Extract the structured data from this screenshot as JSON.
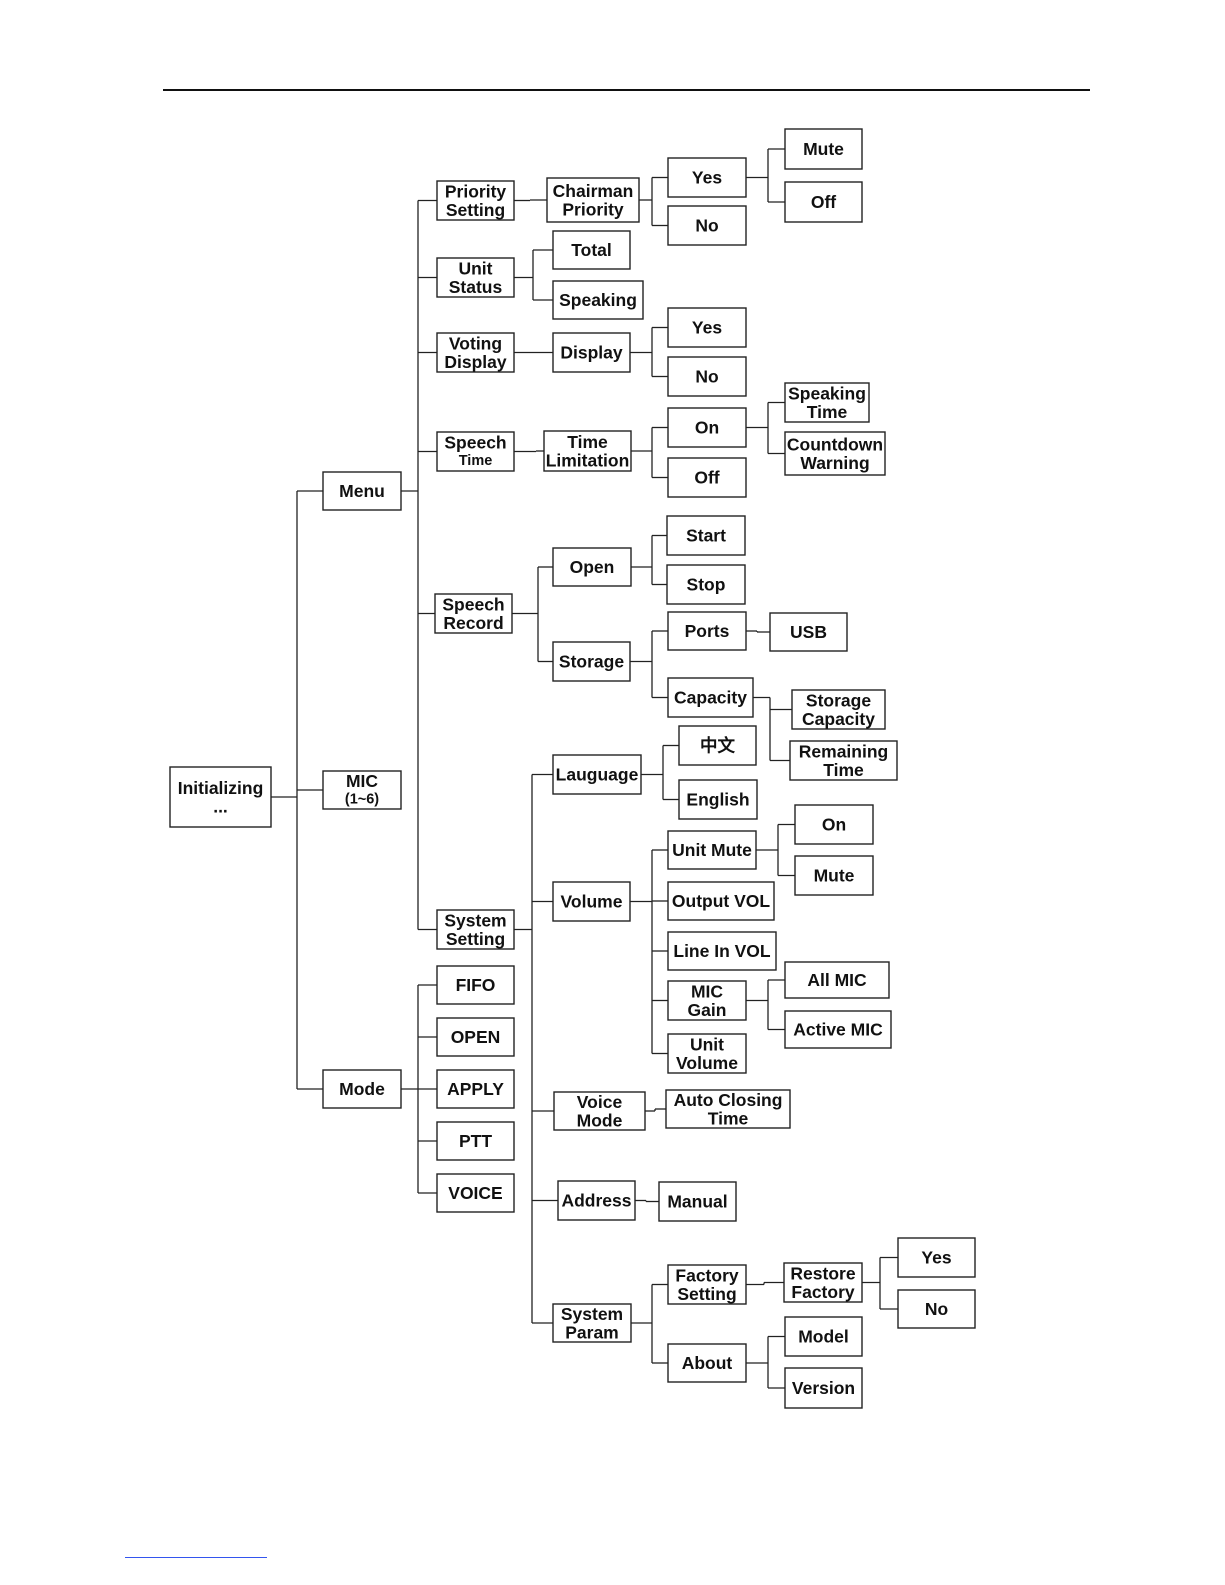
{
  "diagram": {
    "root": "initializing",
    "nodes": {
      "initializing": [
        "Initializing",
        "..."
      ],
      "menu": [
        "Menu"
      ],
      "mic": [
        "MIC",
        "(1~6)"
      ],
      "mode": [
        "Mode"
      ],
      "priority_setting": [
        "Priority",
        "Setting"
      ],
      "unit_status": [
        "Unit",
        "Status"
      ],
      "voting_display": [
        "Voting",
        "Display"
      ],
      "speech_time": [
        "Speech",
        "Time"
      ],
      "speech_record": [
        "Speech",
        "Record"
      ],
      "system_setting": [
        "System",
        "Setting"
      ],
      "chairman_priority": [
        "Chairman",
        "Priority"
      ],
      "cp_yes": [
        "Yes"
      ],
      "cp_no": [
        "No"
      ],
      "cp_mute": [
        "Mute"
      ],
      "cp_off": [
        "Off"
      ],
      "total": [
        "Total"
      ],
      "speaking": [
        "Speaking"
      ],
      "display": [
        "Display"
      ],
      "vd_yes": [
        "Yes"
      ],
      "vd_no": [
        "No"
      ],
      "time_limitation": [
        "Time",
        "Limitation"
      ],
      "tl_on": [
        "On"
      ],
      "tl_off": [
        "Off"
      ],
      "speaking_time": [
        "Speaking",
        "Time"
      ],
      "countdown_warning": [
        "Countdown",
        "Warning"
      ],
      "open": [
        "Open"
      ],
      "storage": [
        "Storage"
      ],
      "start": [
        "Start"
      ],
      "stop": [
        "Stop"
      ],
      "ports": [
        "Ports"
      ],
      "capacity": [
        "Capacity"
      ],
      "usb": [
        "USB"
      ],
      "storage_capacity": [
        "Storage",
        "Capacity"
      ],
      "remaining_time": [
        "Remaining",
        "Time"
      ],
      "language": [
        "Lauguage"
      ],
      "chinese": [
        "中文"
      ],
      "english": [
        "English"
      ],
      "volume": [
        "Volume"
      ],
      "unit_mute": [
        "Unit Mute"
      ],
      "output_vol": [
        "Output VOL"
      ],
      "line_in_vol": [
        "Line In VOL"
      ],
      "mic_gain": [
        "MIC",
        "Gain"
      ],
      "unit_volume": [
        "Unit",
        "Volume"
      ],
      "um_on": [
        "On"
      ],
      "um_mute": [
        "Mute"
      ],
      "all_mic": [
        "All MIC"
      ],
      "active_mic": [
        "Active MIC"
      ],
      "voice_mode": [
        "Voice",
        "Mode"
      ],
      "auto_closing_time": [
        "Auto Closing",
        "Time"
      ],
      "address": [
        "Address"
      ],
      "manual": [
        "Manual"
      ],
      "system_param": [
        "System",
        "Param"
      ],
      "factory_setting": [
        "Factory",
        "Setting"
      ],
      "about": [
        "About"
      ],
      "restore_factory": [
        "Restore",
        "Factory"
      ],
      "rf_yes": [
        "Yes"
      ],
      "rf_no": [
        "No"
      ],
      "model": [
        "Model"
      ],
      "version": [
        "Version"
      ],
      "fifo": [
        "FIFO"
      ],
      "open_mode": [
        "OPEN"
      ],
      "apply": [
        "APPLY"
      ],
      "ptt": [
        "PTT"
      ],
      "voice": [
        "VOICE"
      ]
    },
    "children": {
      "initializing": [
        "menu",
        "mic",
        "mode"
      ],
      "menu": [
        "priority_setting",
        "unit_status",
        "voting_display",
        "speech_time",
        "speech_record",
        "system_setting"
      ],
      "priority_setting": [
        "chairman_priority"
      ],
      "chairman_priority": [
        "cp_yes",
        "cp_no"
      ],
      "cp_yes": [
        "cp_mute",
        "cp_off"
      ],
      "unit_status": [
        "total",
        "speaking"
      ],
      "voting_display": [
        "display"
      ],
      "display": [
        "vd_yes",
        "vd_no"
      ],
      "speech_time": [
        "time_limitation"
      ],
      "time_limitation": [
        "tl_on",
        "tl_off"
      ],
      "tl_on": [
        "speaking_time",
        "countdown_warning"
      ],
      "speech_record": [
        "open",
        "storage"
      ],
      "open": [
        "start",
        "stop"
      ],
      "storage": [
        "ports",
        "capacity"
      ],
      "ports": [
        "usb"
      ],
      "capacity": [
        "storage_capacity",
        "remaining_time"
      ],
      "system_setting": [
        "language",
        "volume",
        "voice_mode",
        "address",
        "system_param"
      ],
      "language": [
        "chinese",
        "english"
      ],
      "volume": [
        "unit_mute",
        "output_vol",
        "line_in_vol",
        "mic_gain",
        "unit_volume"
      ],
      "unit_mute": [
        "um_on",
        "um_mute"
      ],
      "mic_gain": [
        "all_mic",
        "active_mic"
      ],
      "voice_mode": [
        "auto_closing_time"
      ],
      "address": [
        "manual"
      ],
      "system_param": [
        "factory_setting",
        "about"
      ],
      "factory_setting": [
        "restore_factory"
      ],
      "restore_factory": [
        "rf_yes",
        "rf_no"
      ],
      "about": [
        "model",
        "version"
      ],
      "mode": [
        "fifo",
        "open_mode",
        "apply",
        "ptt",
        "voice"
      ]
    }
  }
}
